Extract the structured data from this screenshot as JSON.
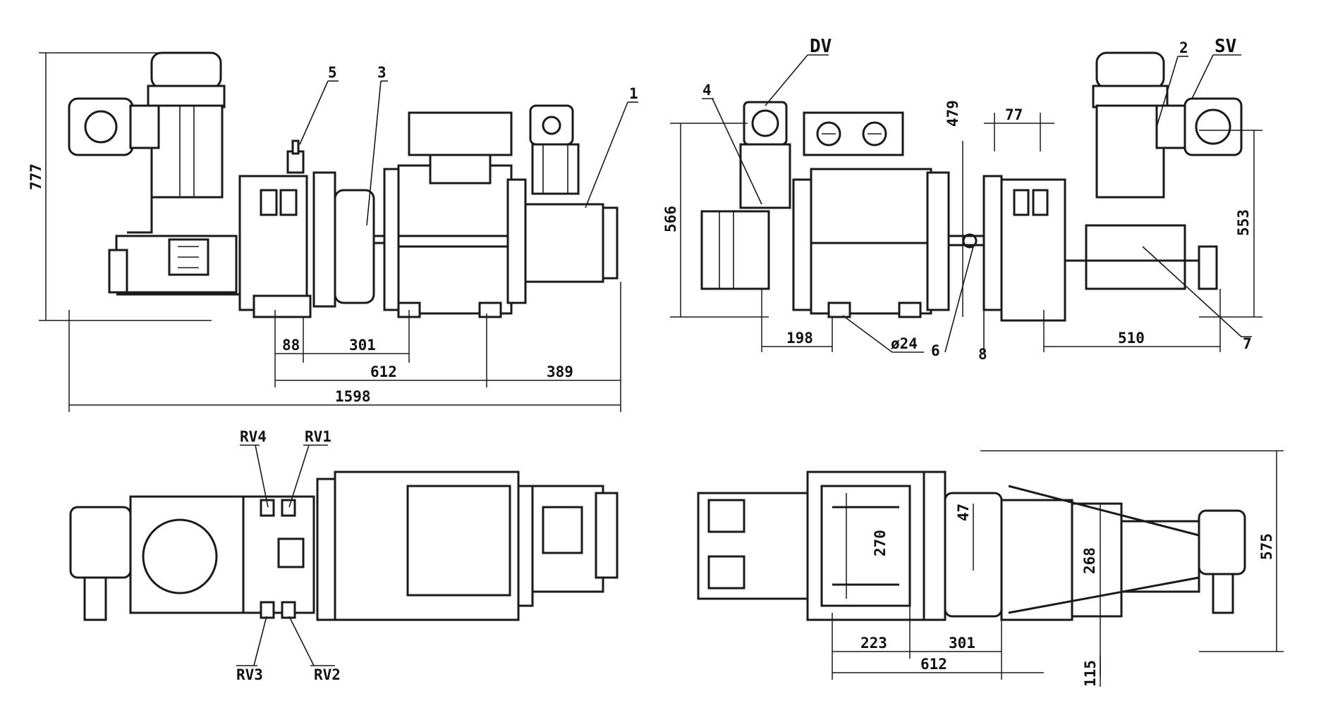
{
  "dimensions": {
    "height_777": "777",
    "d88": "88",
    "d301_left": "301",
    "d612_left": "612",
    "d389": "389",
    "d1598": "1598",
    "d566": "566",
    "d479": "479",
    "d77": "77",
    "d553": "553",
    "d198": "198",
    "d510": "510",
    "dia24": "ø24",
    "d270": "270",
    "d47": "47",
    "d268": "268",
    "d575": "575",
    "d223": "223",
    "d301_bottom": "301",
    "d612_bottom": "612",
    "d115": "115"
  },
  "callouts": {
    "c1": "1",
    "c2": "2",
    "c3": "3",
    "c4": "4",
    "c5": "5",
    "c6": "6",
    "c7": "7",
    "c8": "8",
    "dv": "DV",
    "sv": "SV",
    "rv1": "RV1",
    "rv2": "RV2",
    "rv3": "RV3",
    "rv4": "RV4"
  },
  "colors": {
    "line": "#1a1a1a",
    "background": "#ffffff"
  }
}
